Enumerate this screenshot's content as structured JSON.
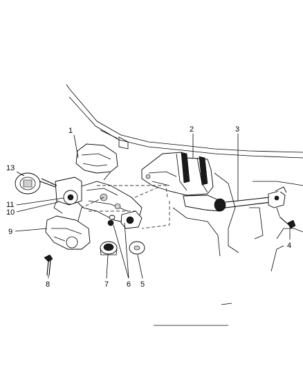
{
  "callouts": {
    "c1": "1",
    "c2": "2",
    "c3": "3",
    "c4": "4",
    "c5": "5",
    "c6": "6",
    "c7": "7",
    "c8": "8",
    "c9": "9",
    "c10": "10",
    "c11": "11",
    "c13": "13"
  }
}
